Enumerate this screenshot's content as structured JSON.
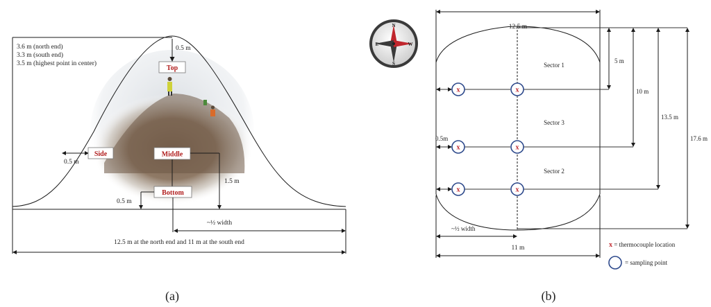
{
  "panel_a": {
    "caption": "(a)",
    "height_note_1": "3.6 m (north end)",
    "height_note_2": "3.3 m (south end)",
    "height_note_3": "3.5 m (highest point in center)",
    "top_offset": "0.5 m",
    "side_offset": "0.5 m",
    "bottom_offset": "0.5 m",
    "middle_height": "1.5 m",
    "half_width": "~½ width",
    "base_width": "12.5 m at the north end and 11 m at the south end",
    "labels": {
      "top": "Top",
      "side": "Side",
      "middle": "Middle",
      "bottom": "Bottom"
    }
  },
  "panel_b": {
    "caption": "(b)",
    "top_width": "12.5 m",
    "bottom_width": "11 m",
    "half_width": "~½ width",
    "edge_offset": "0.5m",
    "dim_5": "5 m",
    "dim_10": "10 m",
    "dim_13_5": "13.5 m",
    "dim_17_6": "17.6 m",
    "sectors": [
      "Sector 1",
      "Sector 3",
      "Sector 2"
    ],
    "x_mark": "x",
    "legend": {
      "thermocouple_mark": "x",
      "thermocouple": " = thermocouple location",
      "sampling": "= sampling point"
    },
    "compass": {
      "n": "N",
      "s": "S",
      "e": "E",
      "w": "W"
    }
  },
  "colors": {
    "label_red": "#b01c1c",
    "circle_blue": "#2e4a8c",
    "line": "#1a1a1a"
  }
}
